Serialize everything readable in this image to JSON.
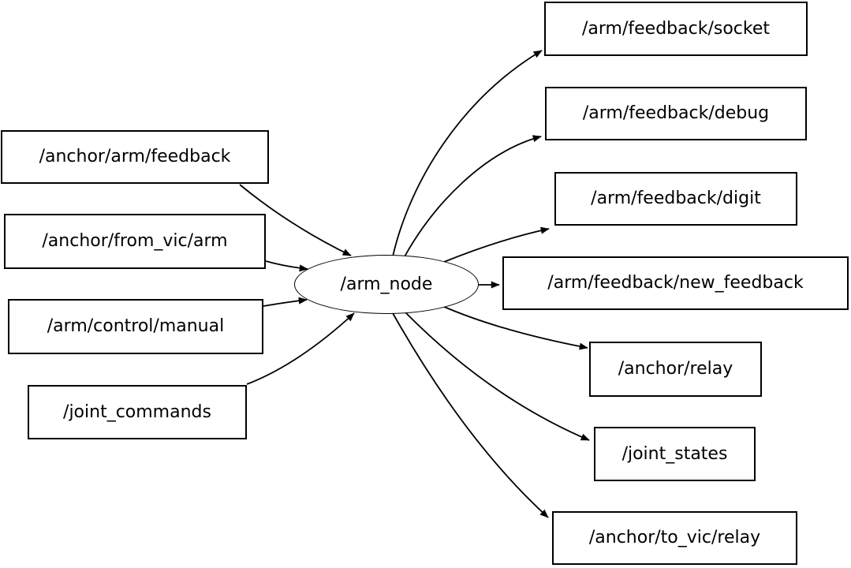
{
  "diagram": {
    "type": "ros-node-graph",
    "background_color": "#ffffff",
    "stroke_color": "#000000",
    "node_fill_color": "#ffffff",
    "center_node": {
      "label": "/arm_node",
      "shape": "ellipse"
    },
    "inputs": [
      {
        "label": "/anchor/arm/feedback",
        "shape": "box"
      },
      {
        "label": "/anchor/from_vic/arm",
        "shape": "box"
      },
      {
        "label": "/arm/control/manual",
        "shape": "box"
      },
      {
        "label": "/joint_commands",
        "shape": "box"
      }
    ],
    "outputs": [
      {
        "label": "/arm/feedback/socket",
        "shape": "box"
      },
      {
        "label": "/arm/feedback/debug",
        "shape": "box"
      },
      {
        "label": "/arm/feedback/digit",
        "shape": "box"
      },
      {
        "label": "/arm/feedback/new_feedback",
        "shape": "box"
      },
      {
        "label": "/anchor/relay",
        "shape": "box"
      },
      {
        "label": "/joint_states",
        "shape": "box"
      },
      {
        "label": "/anchor/to_vic/relay",
        "shape": "box"
      }
    ],
    "connections": [
      {
        "from": "/anchor/arm/feedback",
        "to": "/arm_node"
      },
      {
        "from": "/anchor/from_vic/arm",
        "to": "/arm_node"
      },
      {
        "from": "/arm/control/manual",
        "to": "/arm_node"
      },
      {
        "from": "/joint_commands",
        "to": "/arm_node"
      },
      {
        "from": "/arm_node",
        "to": "/arm/feedback/socket"
      },
      {
        "from": "/arm_node",
        "to": "/arm/feedback/debug"
      },
      {
        "from": "/arm_node",
        "to": "/arm/feedback/digit"
      },
      {
        "from": "/arm_node",
        "to": "/arm/feedback/new_feedback"
      },
      {
        "from": "/arm_node",
        "to": "/anchor/relay"
      },
      {
        "from": "/arm_node",
        "to": "/joint_states"
      },
      {
        "from": "/arm_node",
        "to": "/anchor/to_vic/relay"
      }
    ]
  }
}
